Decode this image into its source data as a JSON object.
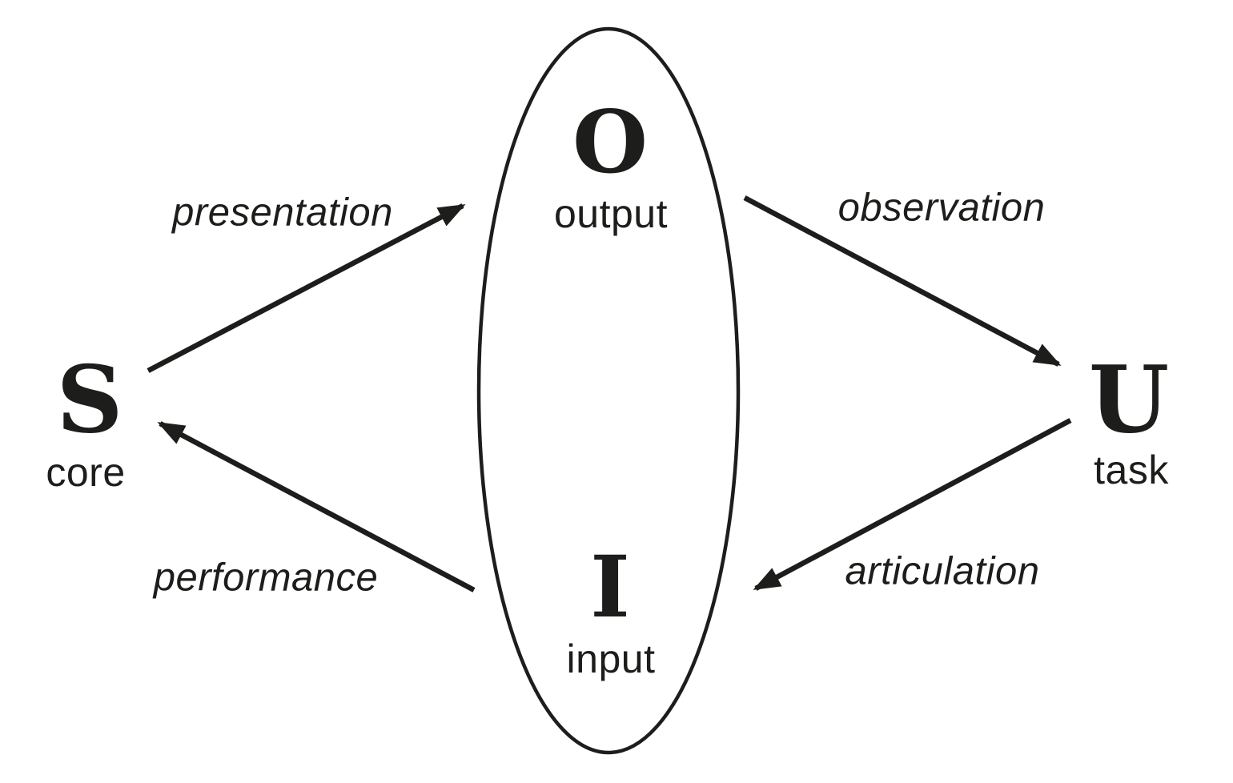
{
  "diagram": {
    "nodes": [
      {
        "id": "system",
        "letter": "S",
        "label": "core"
      },
      {
        "id": "user",
        "letter": "U",
        "label": "task"
      },
      {
        "id": "output",
        "letter": "O",
        "label": "output"
      },
      {
        "id": "input",
        "letter": "I",
        "label": "input"
      }
    ],
    "arrows": [
      {
        "id": "presentation",
        "label": "presentation",
        "from": "system",
        "to": "output"
      },
      {
        "id": "observation",
        "label": "observation",
        "from": "output",
        "to": "user"
      },
      {
        "id": "articulation",
        "label": "articulation",
        "from": "user",
        "to": "input"
      },
      {
        "id": "performance",
        "label": "performance",
        "from": "input",
        "to": "system"
      }
    ],
    "colors": {
      "ink": "#1d1d1b",
      "background": "#ffffff"
    }
  }
}
